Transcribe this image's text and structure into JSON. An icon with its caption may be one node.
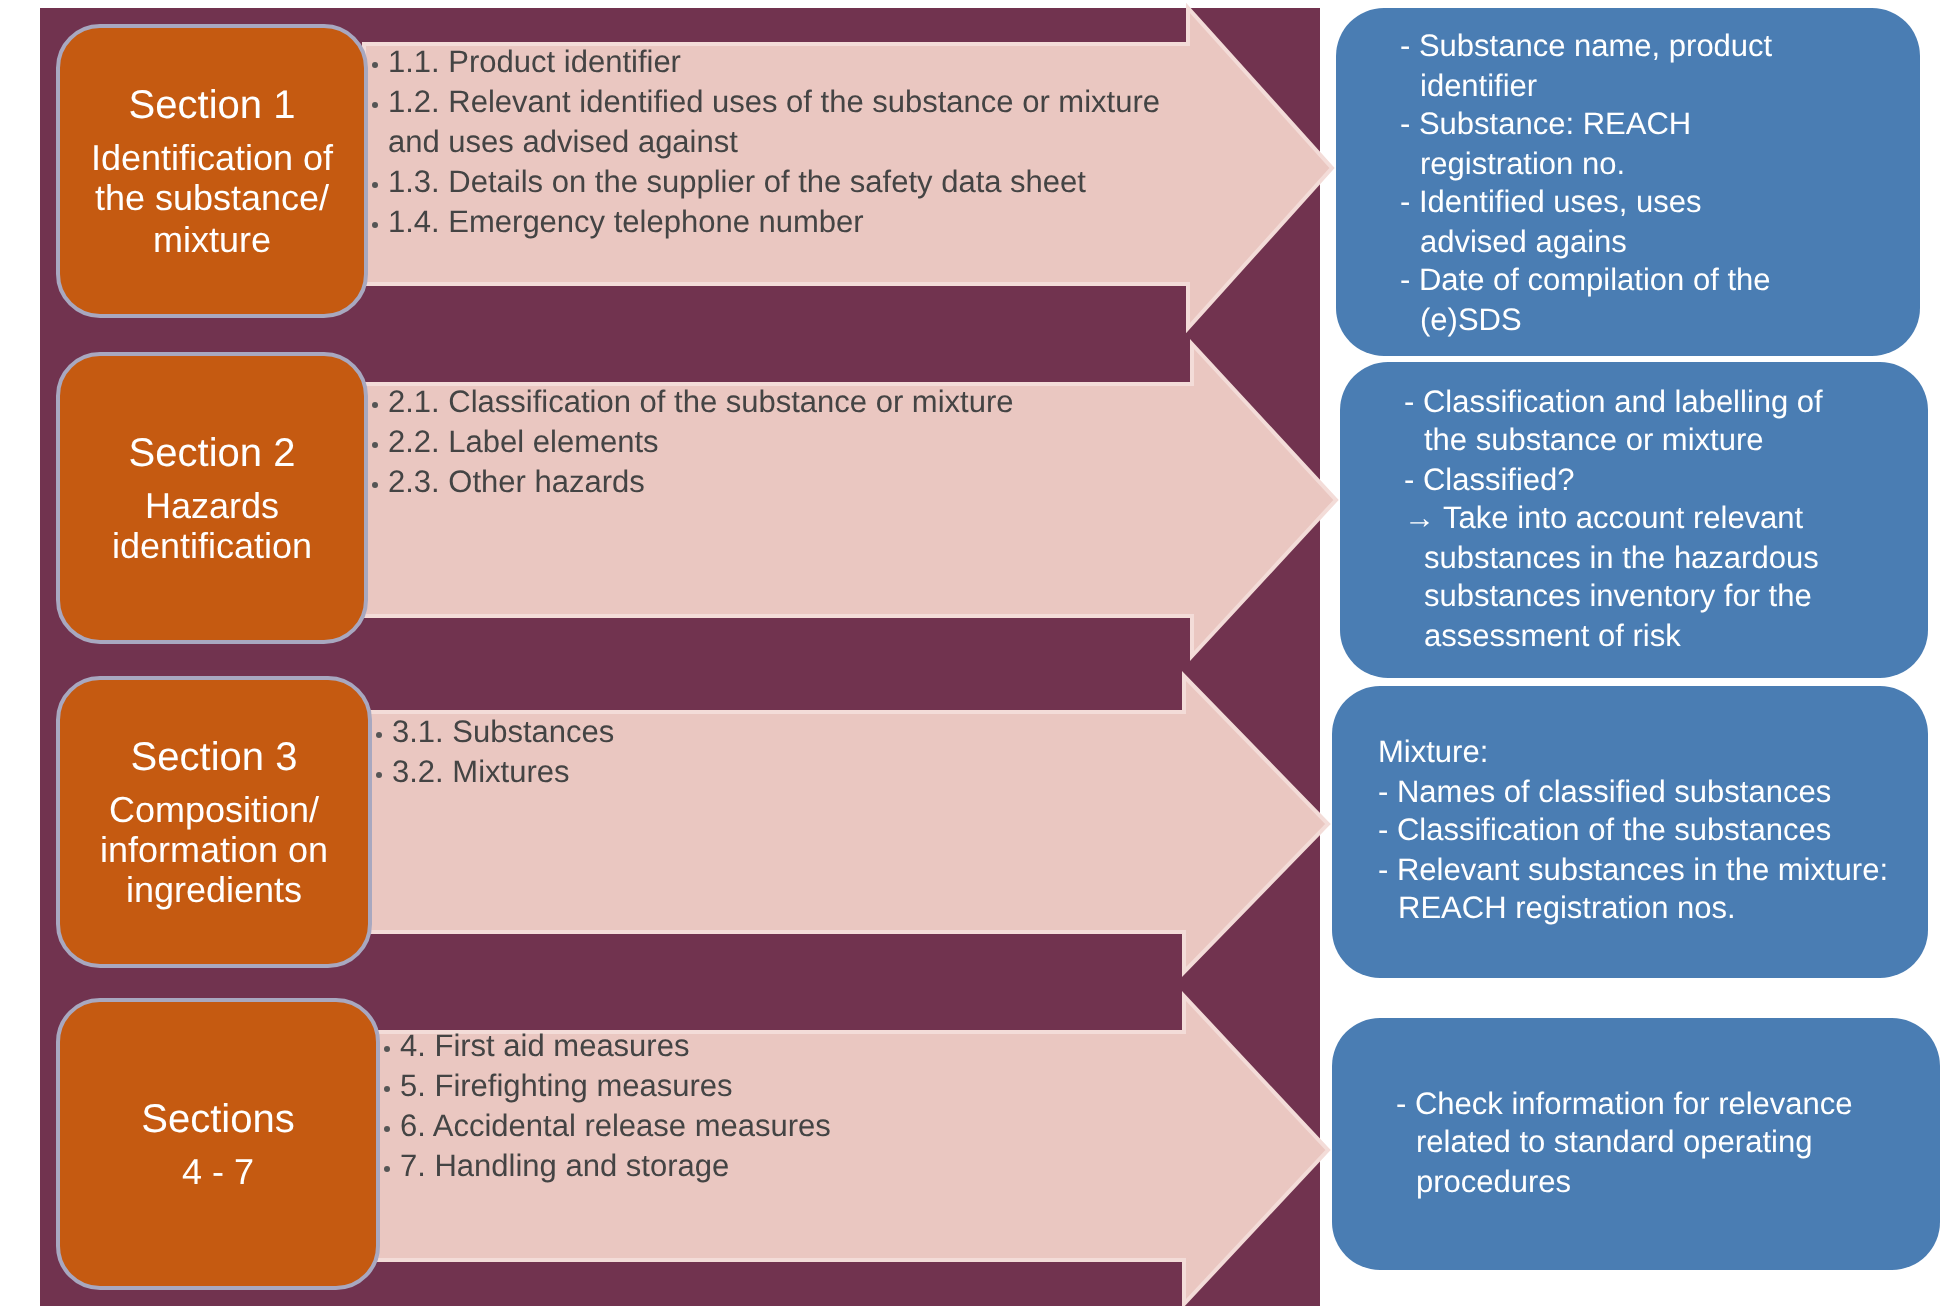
{
  "diagram": {
    "nodes": [
      {
        "text": [
          "Section 1",
          "Identification of the substance/ mixture"
        ]
      },
      {
        "text": [
          "1.1. Product identifier",
          "1.2. Relevant identified uses of the substance or mixture and uses advised against",
          "1.3. Details on the supplier of the safety data sheet",
          "1.4. Emergency telephone number"
        ]
      },
      {
        "text": [
          "- Substance name, product identifier",
          "- Substance: REACH registration no.",
          "- Identified uses, uses advised agains",
          "- Date of compilation of the (e)SDS"
        ]
      },
      {
        "text": [
          "Section 2",
          "Hazards identification"
        ]
      },
      {
        "text": [
          "2.1. Classification of the substance or mixture",
          "2.2. Label elements",
          "2.3. Other hazards"
        ]
      },
      {
        "text": [
          "- Classification and labelling of the substance or mixture",
          "- Classified?",
          "→ Take into account relevant substances in the hazardous substances inventory for the assessment of risk"
        ]
      },
      {
        "text": [
          "Section 3",
          "Composition/ information on ingredients"
        ]
      },
      {
        "text": [
          "3.1. Substances",
          "3.2. Mixtures"
        ]
      },
      {
        "text": [
          "Mixture:",
          "- Names of classified substances",
          "- Classification of the substances",
          "- Relevant substances in the mixture: REACH registration nos."
        ]
      },
      {
        "text": [
          "Sections",
          "4 - 7"
        ]
      },
      {
        "text": [
          "4. First aid measures",
          "5. Firefighting measures",
          "6. Accidental release measures",
          "7. Handling and storage"
        ]
      },
      {
        "text": [
          "- Check information for relevance related to standard operating procedures"
        ]
      }
    ],
    "edges": [
      {
        "from": 0,
        "to": 2,
        "arrow": "to",
        "style": "thick"
      },
      {
        "from": 3,
        "to": 5,
        "arrow": "to",
        "style": "thick"
      },
      {
        "from": 6,
        "to": 8,
        "arrow": "to",
        "style": "thick"
      },
      {
        "from": 9,
        "to": 11,
        "arrow": "to",
        "style": "thick"
      }
    ]
  }
}
